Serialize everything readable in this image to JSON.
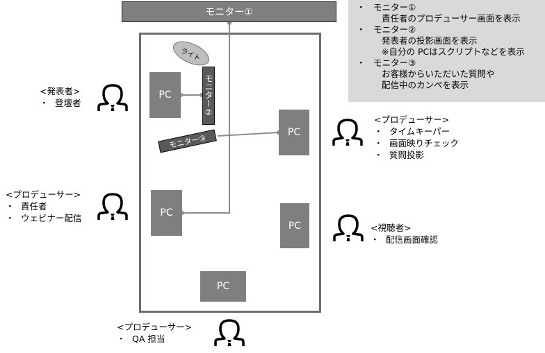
{
  "monitor1": {
    "label": "モニター①"
  },
  "monitor2": {
    "label": "モニター②"
  },
  "monitor3": {
    "label": "モニター③"
  },
  "light": {
    "label": "ライト"
  },
  "pc_label": "PC",
  "legend": [
    {
      "title": "モニター①",
      "lines": [
        "責任者のプロデューサー画面を表示"
      ]
    },
    {
      "title": "モニター②",
      "lines": [
        "発表者の投影画面を表示",
        "※自分の PCはスクリプトなどを表示"
      ]
    },
    {
      "title": "モニター③",
      "lines": [
        "お客様からいただいた質問や",
        "配信中のカンペを表示"
      ]
    }
  ],
  "bullet": "・",
  "people": {
    "presenter": {
      "role": "<発表者>",
      "items": [
        "登壇者"
      ]
    },
    "producer_right": {
      "role": "<プロデューサー>",
      "items": [
        "タイムキーパー",
        "画面映りチェック",
        "質問投影"
      ]
    },
    "producer_left": {
      "role": "<プロデューサー>",
      "items": [
        "責任者",
        "ウェビナー配信"
      ]
    },
    "viewer": {
      "role": "<視聴者>",
      "items": [
        "配信画面確認"
      ]
    },
    "producer_bottom": {
      "role": "<プロデューサー>",
      "items": [
        "QA 担当"
      ]
    }
  }
}
